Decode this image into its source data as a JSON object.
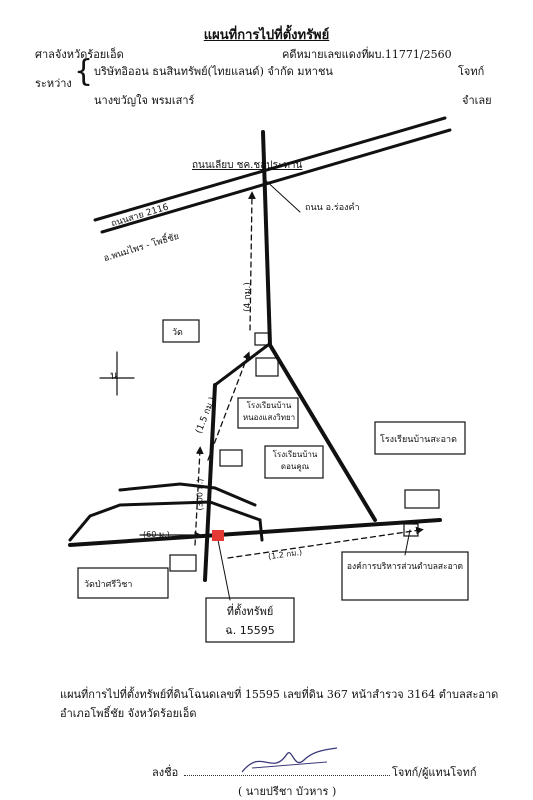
{
  "header": {
    "title": "แผนที่การไปที่ตั้งทรัพย์",
    "court": "ศาลจังหวัดร้อยเอ็ด",
    "case_label": "คดีหมายเลขแดงที่",
    "case_number": "ผบ.11771/2560",
    "between_label": "ระหว่าง",
    "plaintiff": "บริษัทอิออน ธนสินทรัพย์(ไทยแลนด์) จำกัด มหาชน",
    "plaintiff_role": "โจทก์",
    "defendant": "นางขวัญใจ พรมเสาร์",
    "defendant_role": "จำเลย"
  },
  "map": {
    "road_top": "ถนนเลียบ ชค.ชลประทาน",
    "junction": "ถนน อ.ร่องคำ",
    "road_diag_top": "ถนนสาย 2116",
    "road_diag_bottom": "อ.พนมไพร - โพธิ์ชัย",
    "dist_4km": "(4 กม.)",
    "temple_top": "วัด",
    "north_label": "น",
    "school_1": "โรงเรียนบ้าน หนองแสงวิทยา",
    "dist_15km": "(1.5 กม.)",
    "school_2": "โรงเรียนบ้าน ดอนคูณ",
    "school_3": "โรงเรียนบ้านสะอาด",
    "dist_300m": "(300 ม.)",
    "dist_60m": "(60 ม.)",
    "dist_12km": "(1.2 กม.)",
    "temple_bottom": "วัดป่าศรีวิชา",
    "health_office": "องค์การบริหารส่วนตำบลสะอาด",
    "property_label": "ที่ตั้งทรัพย์",
    "property_deed": "ฉ. 15595",
    "property_color": "#e53935"
  },
  "footer": {
    "desc_line1": "แผนที่การไปที่ตั้งทรัพย์ที่ดินโฉนดเลขที่ 15595 เลขที่ดิน 367 หน้าสำรวจ 3164 ตำบลสะอาด",
    "desc_line2": "อำเภอโพธิ์ชัย จังหวัดร้อยเอ็ด",
    "sign_label": "ลงชื่อ",
    "sign_role": "โจทก์/ผู้แทนโจทก์",
    "signer": "( นายปรีชา บัวหาร )"
  }
}
